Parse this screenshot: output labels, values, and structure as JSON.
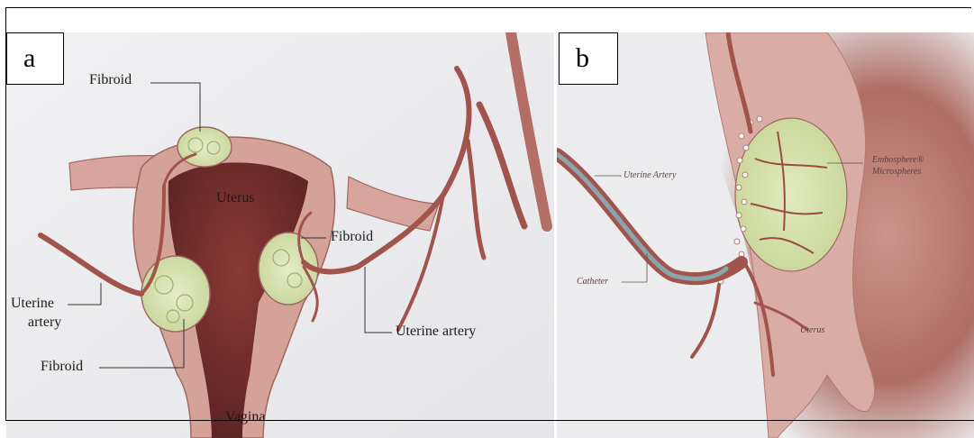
{
  "panel_a": {
    "letter": "a",
    "labels": {
      "fibroid_top": "Fibroid",
      "uterus": "Uterus",
      "fibroid_right": "Fibroid",
      "uterine_artery_left_line1": "Uterine",
      "uterine_artery_left_line2": "artery",
      "uterine_artery_right": "Uterine artery",
      "fibroid_bottom": "Fibroid",
      "vagina": "Vagina"
    }
  },
  "panel_b": {
    "letter": "b",
    "labels": {
      "uterine_artery": "Uterine Artery",
      "catheter": "Catheter",
      "microspheres_line1": "Embosphere®",
      "microspheres_line2": "Microspheres",
      "uterus": "Uterus"
    }
  },
  "colors": {
    "background_gray": "#ededef",
    "tissue_pink": "#d5a29a",
    "tissue_dark": "#6e2e2a",
    "artery": "#a0544c",
    "fibroid_green": "#d8e3b3",
    "catheter_blue": "#8aa5ad"
  }
}
